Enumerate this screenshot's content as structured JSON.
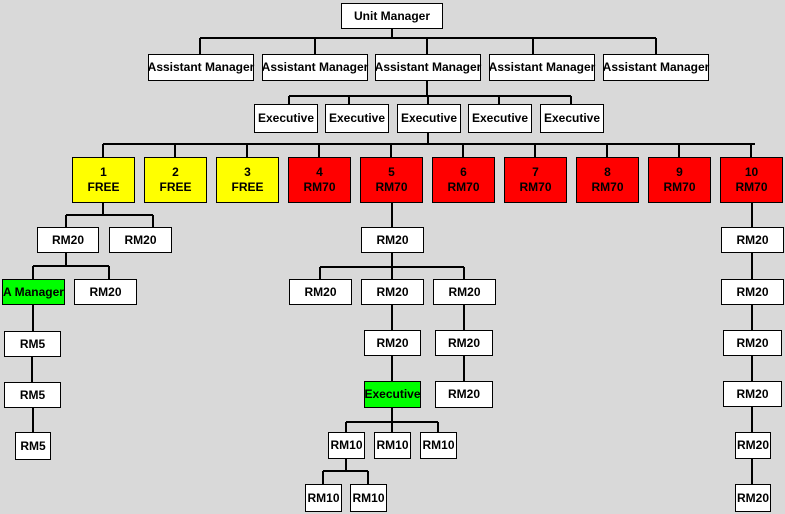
{
  "colors": {
    "background": "#d9d9d9",
    "free": "#ffff00",
    "paid": "#ff0000",
    "highlight": "#00ff00",
    "default": "#ffffff"
  },
  "nodes": {
    "unit_manager": "Unit Manager",
    "assistant_managers": [
      "Assistant Manager",
      "Assistant Manager",
      "Assistant Manager",
      "Assistant Manager",
      "Assistant Manager"
    ],
    "executives": [
      "Executive",
      "Executive",
      "Executive",
      "Executive",
      "Executive"
    ],
    "slots": [
      {
        "number": "1",
        "amount": "FREE",
        "status": "free"
      },
      {
        "number": "2",
        "amount": "FREE",
        "status": "free"
      },
      {
        "number": "3",
        "amount": "FREE",
        "status": "free"
      },
      {
        "number": "4",
        "amount": "RM70",
        "status": "paid"
      },
      {
        "number": "5",
        "amount": "RM70",
        "status": "paid"
      },
      {
        "number": "6",
        "amount": "RM70",
        "status": "paid"
      },
      {
        "number": "7",
        "amount": "RM70",
        "status": "paid"
      },
      {
        "number": "8",
        "amount": "RM70",
        "status": "paid"
      },
      {
        "number": "9",
        "amount": "RM70",
        "status": "paid"
      },
      {
        "number": "10",
        "amount": "RM70",
        "status": "paid"
      }
    ],
    "slot1_branch": {
      "level1": [
        "RM20",
        "RM20"
      ],
      "a_manager": "A Manager",
      "level2_other": "RM20",
      "chain": [
        "RM5",
        "RM5",
        "RM5"
      ]
    },
    "slot5_branch": {
      "level1": "RM20",
      "level2": [
        "RM20",
        "RM20",
        "RM20"
      ],
      "middle_chain": "RM20",
      "executive": "Executive",
      "right_chain": [
        "RM20",
        "RM20"
      ],
      "level_rm10": [
        "RM10",
        "RM10",
        "RM10"
      ],
      "sub_rm10": [
        "RM10",
        "RM10"
      ]
    },
    "slot10_branch": [
      "RM20",
      "RM20",
      "RM20",
      "RM20",
      "RM20",
      "RM20"
    ]
  }
}
